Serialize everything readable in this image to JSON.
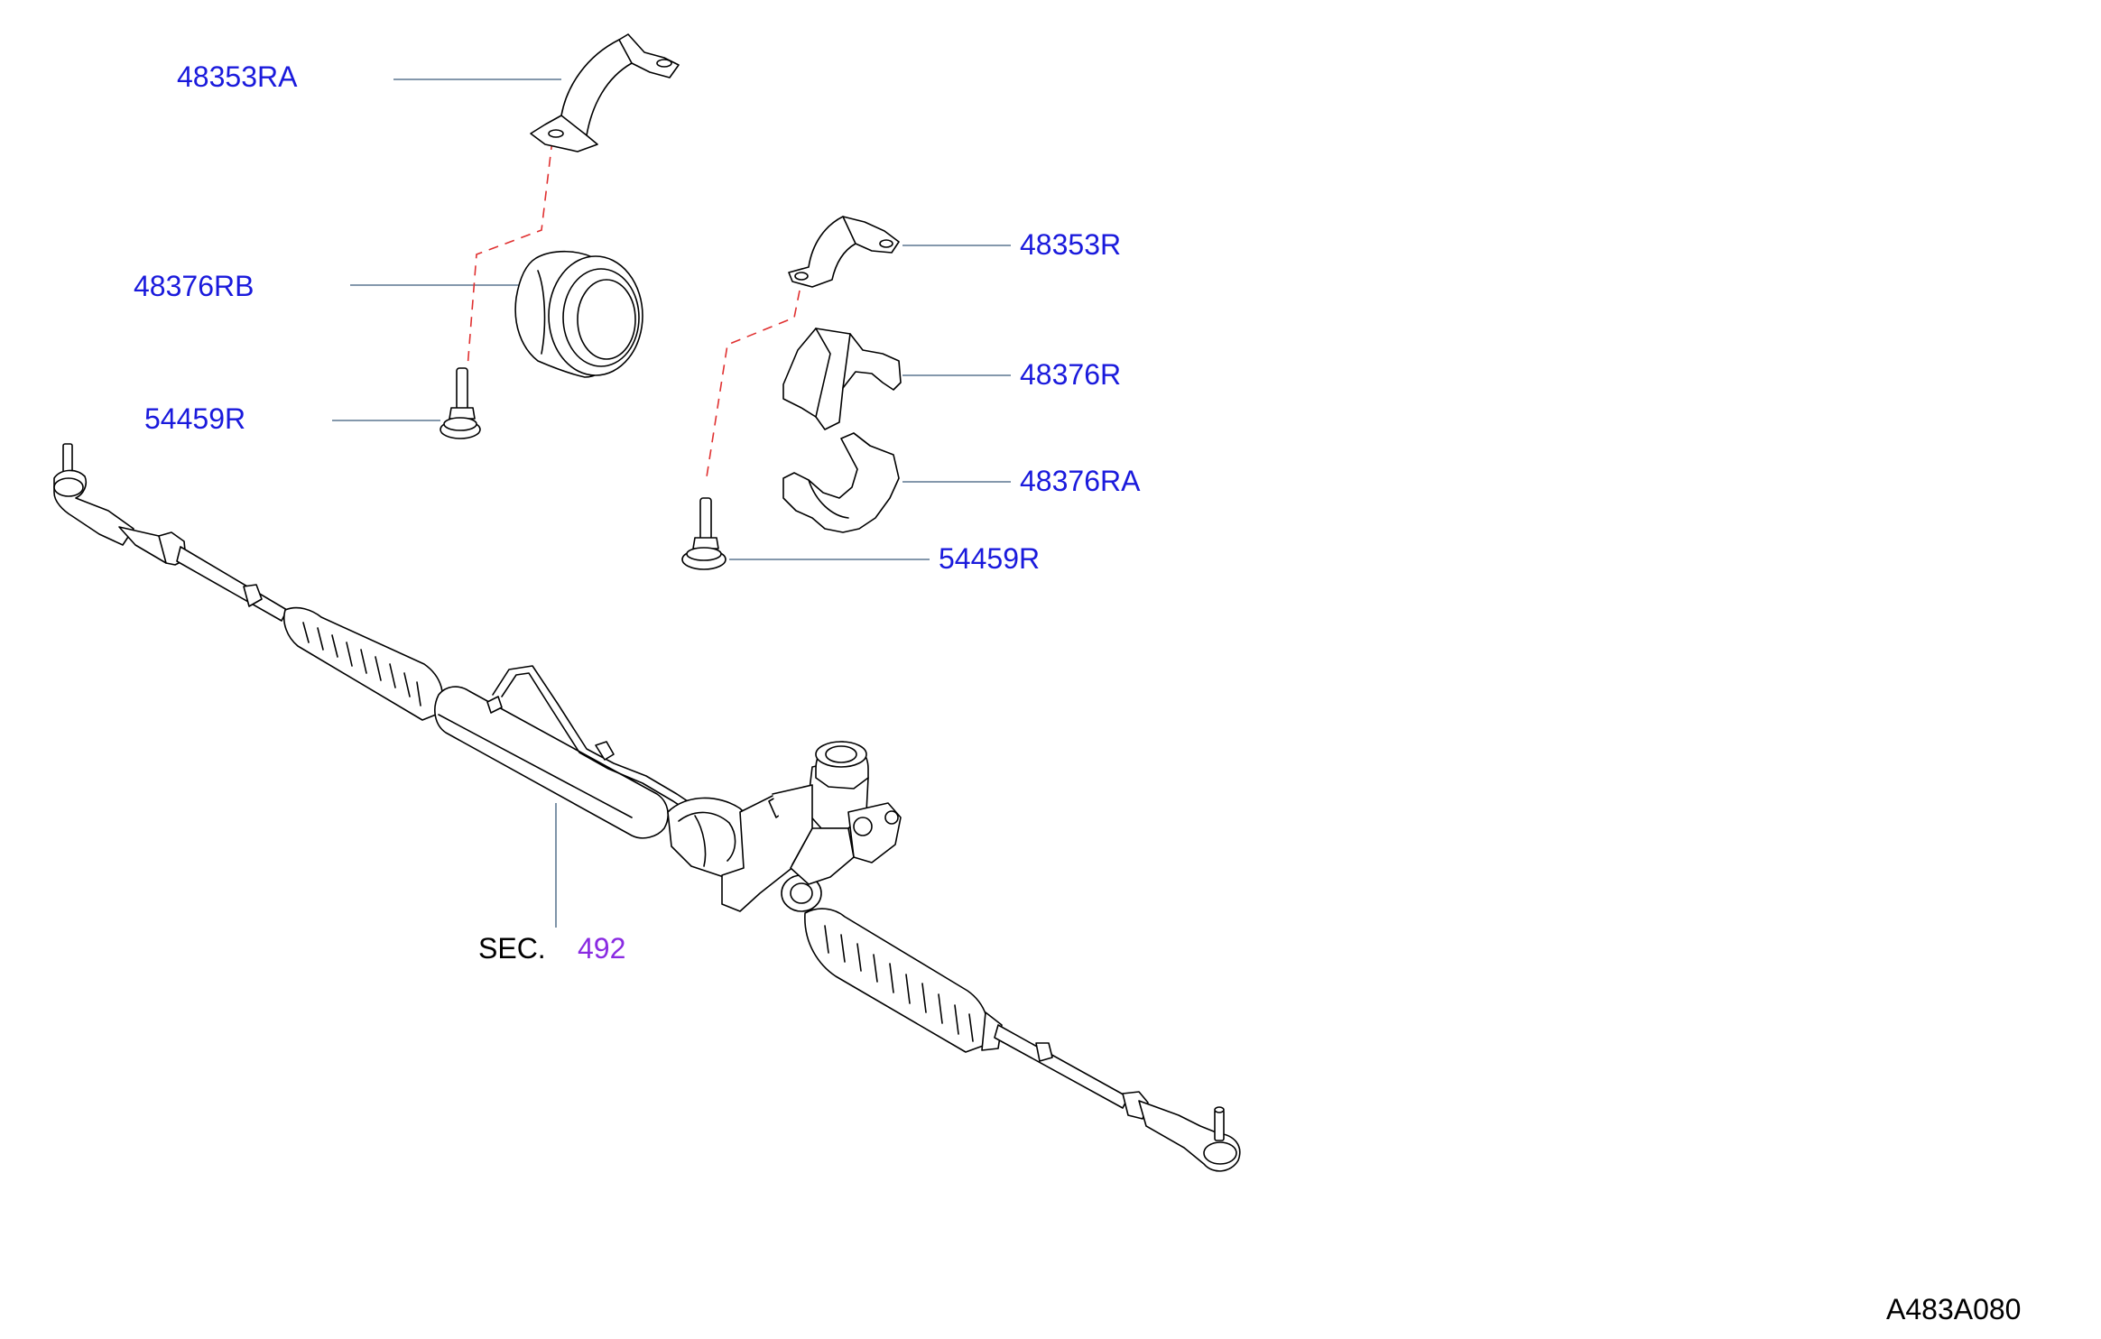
{
  "callouts": {
    "bracket_a": "48353RA",
    "bushing_b": "48376RB",
    "bolt_left": "54459R",
    "bracket_r": "48353R",
    "insulator_r": "48376R",
    "insulator_ra": "48376RA",
    "bolt_right": "54459R"
  },
  "section": {
    "prefix": "SEC.",
    "number": "492"
  },
  "figure_id": "A483A080",
  "colors": {
    "callout": "#1a1adc",
    "section_link": "#8a2be2",
    "dash_line": "#e03030",
    "leader": "#3a5a7a"
  }
}
